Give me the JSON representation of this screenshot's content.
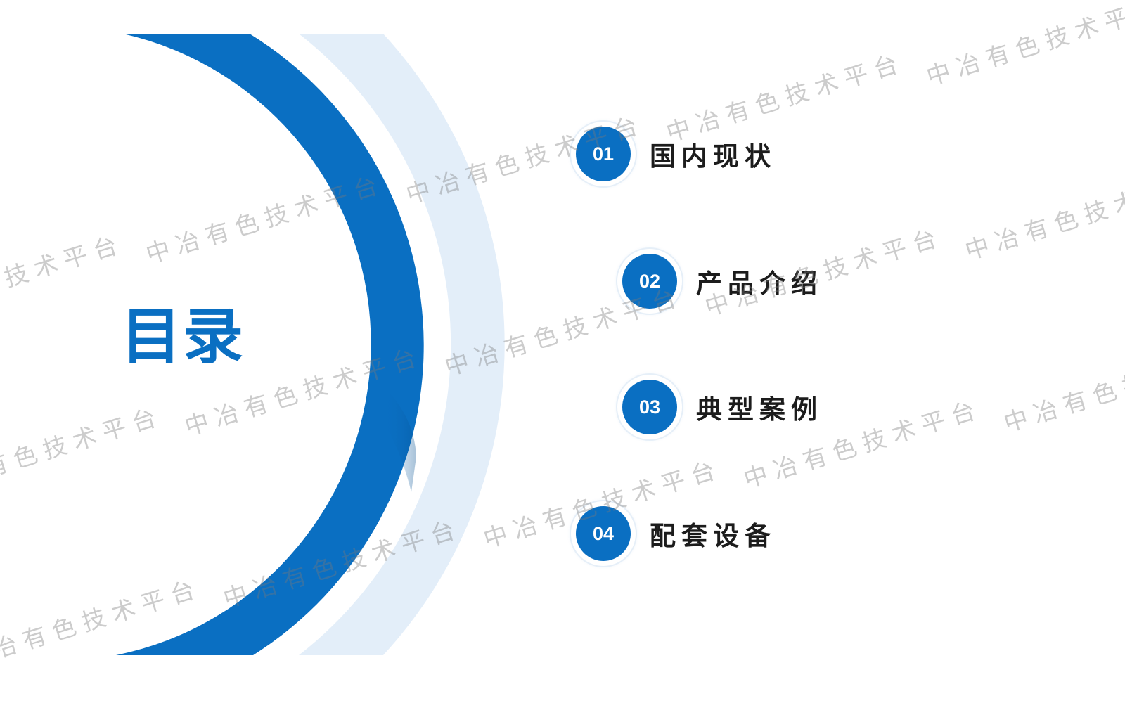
{
  "slide": {
    "title": "目录",
    "colors": {
      "primary_blue": "#0a6fc2",
      "light_blue": "#e3eef9",
      "text_dark": "#1c1c1c",
      "background": "#ffffff"
    }
  },
  "toc": {
    "items": [
      {
        "number": "01",
        "label": "国内现状"
      },
      {
        "number": "02",
        "label": "产品介绍"
      },
      {
        "number": "03",
        "label": "典型案例"
      },
      {
        "number": "04",
        "label": "配套设备"
      }
    ]
  },
  "watermark": {
    "text": "中冶有色技术平台"
  }
}
